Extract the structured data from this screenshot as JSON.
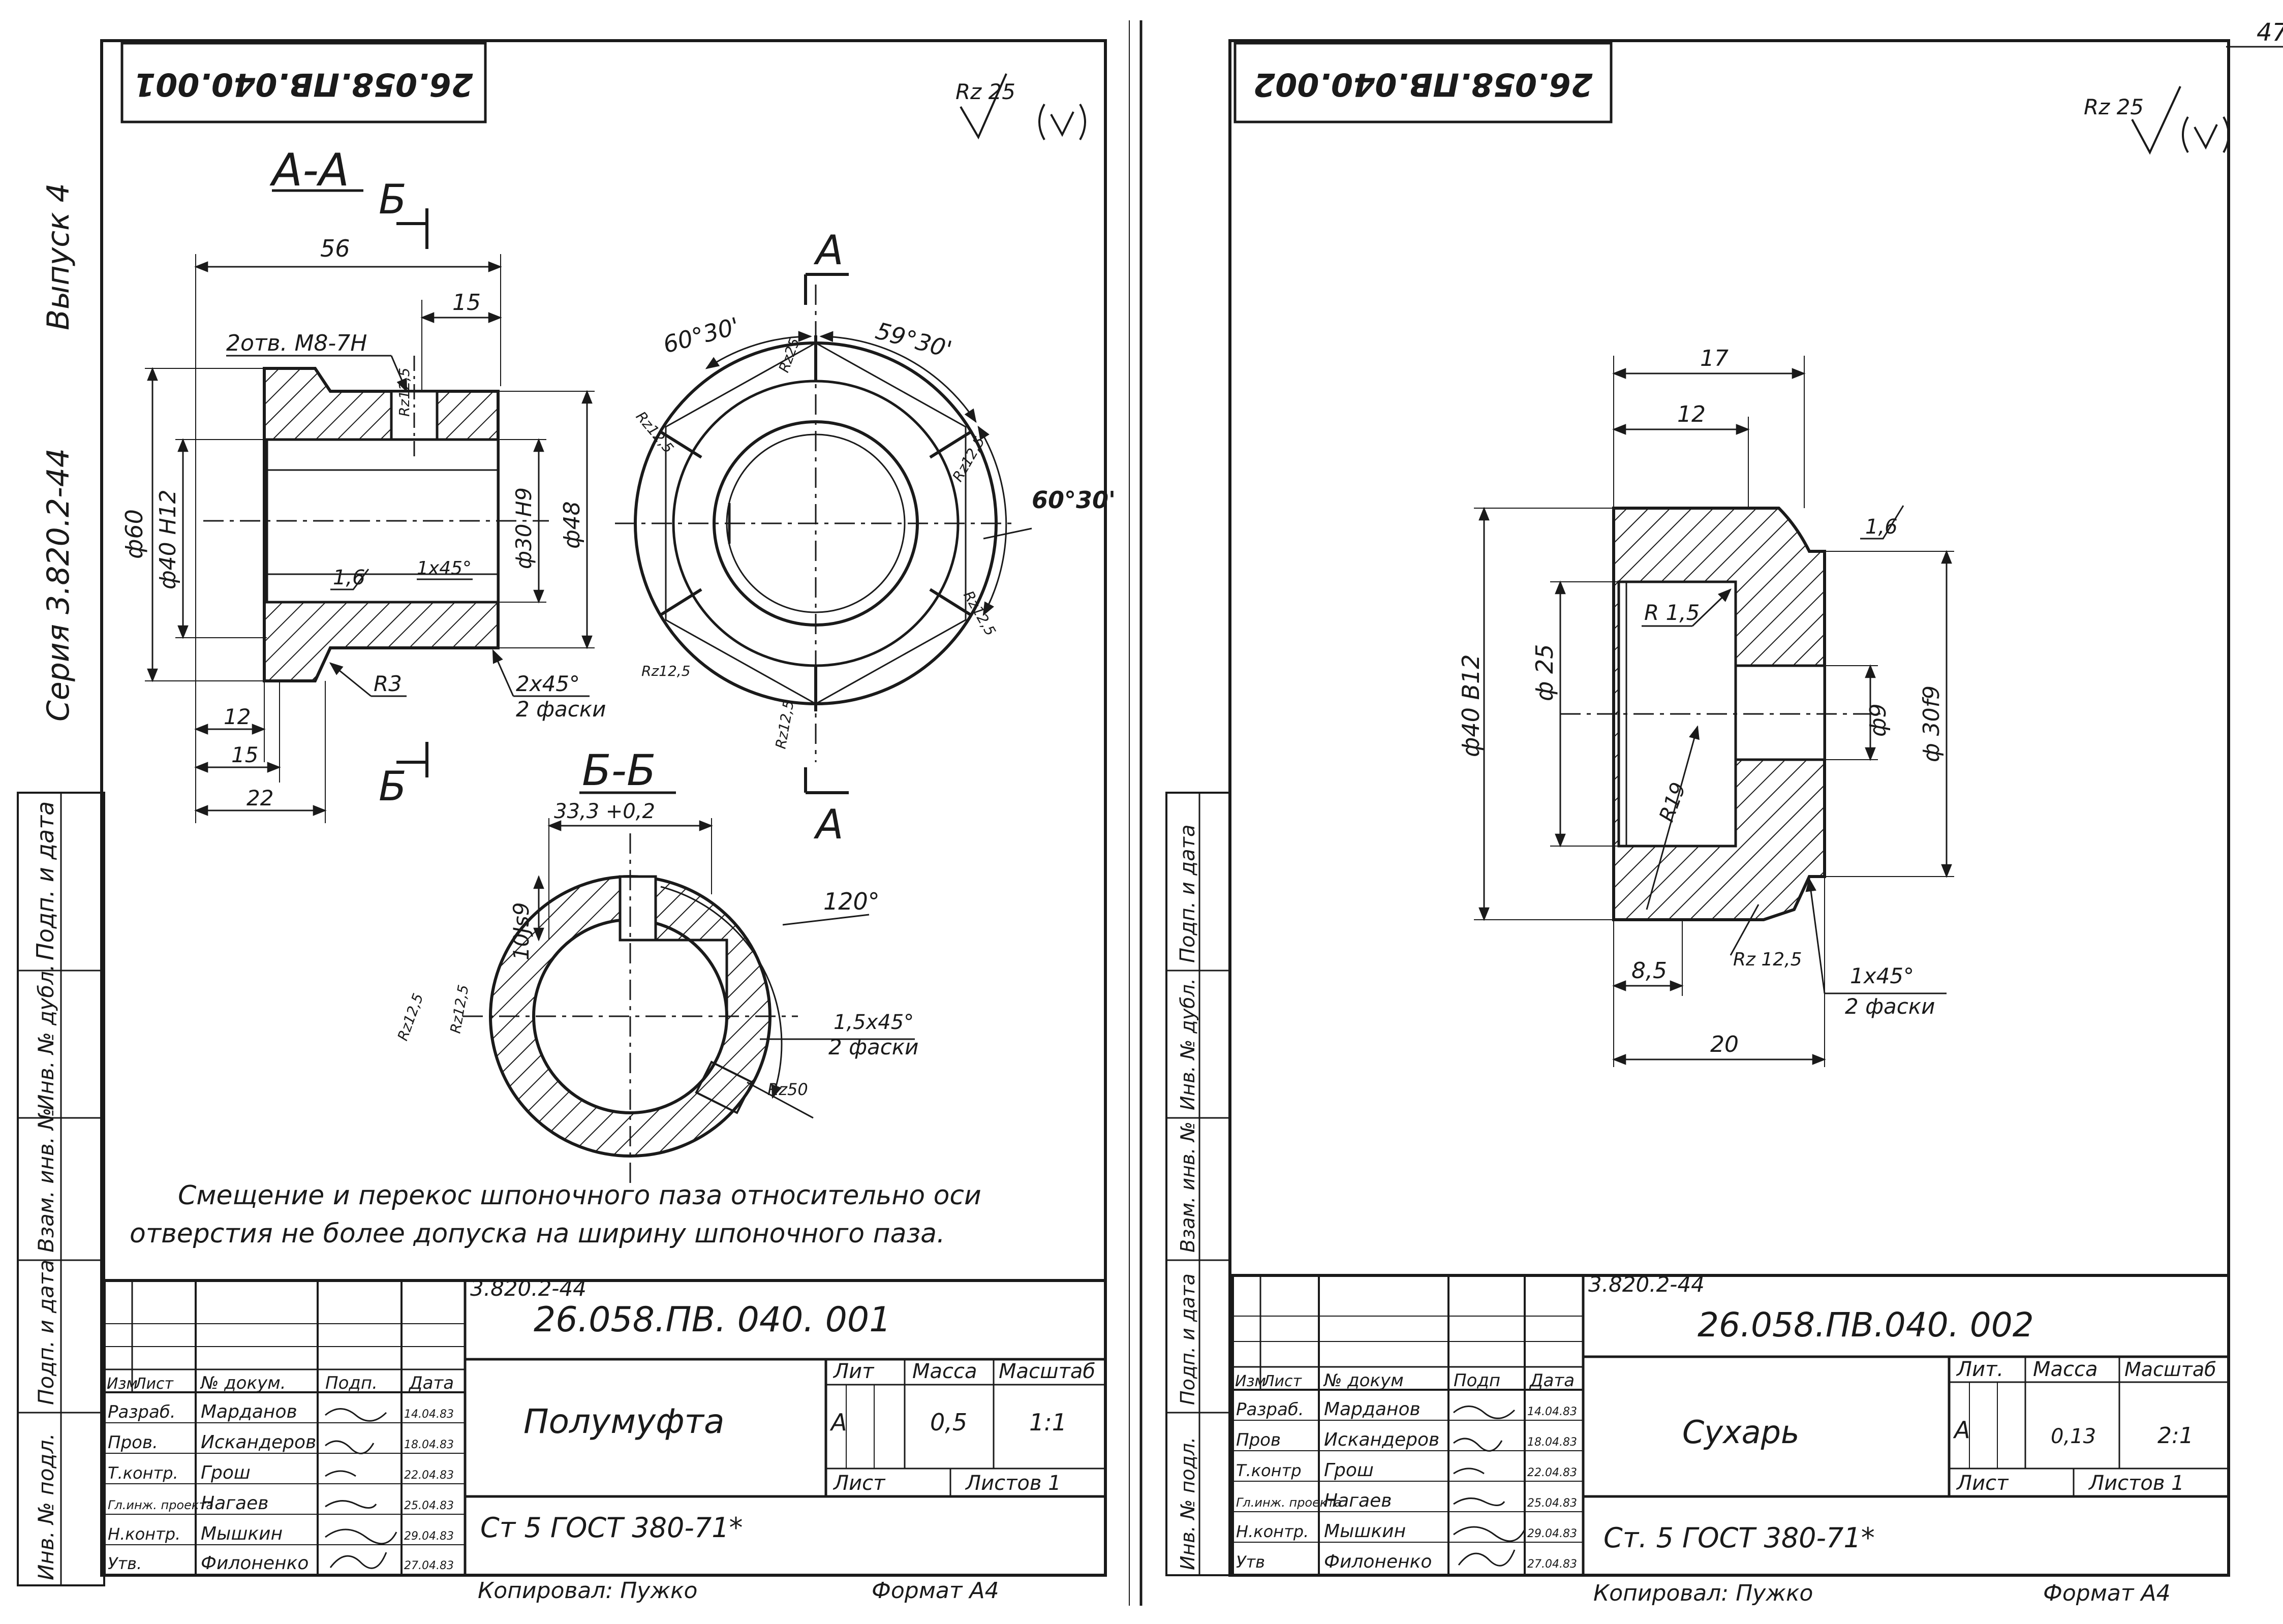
{
  "page": {
    "page_number": "47",
    "side_series": "Серия 3.820.2-44",
    "side_issue": "Выпуск 4",
    "stamp_labels": [
      "Подп. и дата",
      "Инв. № дубл.",
      "Взам. инв. №",
      "Подп. и дата",
      "Инв. № подл."
    ]
  },
  "sheets": [
    {
      "mirror_code": "26.058.ПВ.040.001",
      "roughness_general": "Rz 25",
      "section_AA_title": "А-А",
      "section_BB_title": "Б-Б",
      "cut_A": "А",
      "cut_B": "Б",
      "dimensions": {
        "d60": "ф60",
        "d40": "ф40 H12",
        "d30": "ф30 H9",
        "d48": "ф48",
        "len56": "56",
        "len15top": "15",
        "thread": "2отв. М8-7Н",
        "rz125_hole": "Rz12,5",
        "ra16": "1,6",
        "chamfer1": "1х45°",
        "r3": "R3",
        "chamfer2": "2х45°",
        "chamfer2_note": "2 фаски",
        "len12": "12",
        "len15": "15",
        "len22": "22",
        "ang1": "60°30'",
        "ang2": "59°30'",
        "ang3": "60°30'",
        "rz_ring_1": "Rz25",
        "rz_ring_2": "Rz12,5",
        "rz_ring_3": "Rz12,5",
        "rz_ring_4": "Rz12,5",
        "rz_ring_5": "Rz12,5",
        "rz_ring_6": "Rz12,5",
        "key_33": "33,3 +0,2",
        "key_10": "10Js9",
        "ang120": "120°",
        "chamfer3": "1,5х45°",
        "chamfer3_note": "2 фаски",
        "rz_key_1": "Rz12,5",
        "rz_key_2": "Rz12,5",
        "rz50": "Rz50"
      },
      "note_line1": "Смещение и перекос шпоночного паза относительно оси",
      "note_line2": "отверстия не более допуска на ширину шпоночного паза.",
      "title_block": {
        "series": "3.820.2-44",
        "code": "26.058.ПВ. 040. 001",
        "name": "Полумуфта",
        "material": "Ст 5   ГОСТ  380-71*",
        "lit_label": "Лит",
        "mass_label": "Масса",
        "scale_label": "Масштаб",
        "lit_value": "А",
        "mass_value": "0,5",
        "scale_value": "1:1",
        "sheet_label": "Лист",
        "sheets_label": "Листов  1",
        "col_izm": "Изм",
        "col_list": "Лист",
        "col_doc": "№ докум.",
        "col_sign": "Подп.",
        "col_date": "Дата",
        "people": [
          {
            "role": "Разраб.",
            "name": "Марданов",
            "date": "14.04.83"
          },
          {
            "role": "Пров.",
            "name": "Искандеров",
            "date": "18.04.83"
          },
          {
            "role": "Т.контр.",
            "name": "Грош",
            "date": "22.04.83"
          },
          {
            "role": "Гл.инж. проекта",
            "name": "Нагаев",
            "date": "25.04.83"
          },
          {
            "role": "Н.контр.",
            "name": "Мышкин",
            "date": "29.04.83"
          },
          {
            "role": "Утв.",
            "name": "Филоненко",
            "date": "27.04.83"
          }
        ],
        "copied": "Копировал:  Пужко",
        "format": "Формат  А4"
      }
    },
    {
      "mirror_code": "26.058.ПВ.040.002",
      "roughness_general": "Rz 25",
      "dimensions": {
        "len17": "17",
        "len12": "12",
        "ra16": "1,6",
        "r15": "R 1,5",
        "d40": "ф40 В12",
        "d25": "ф 25",
        "d9": "ф9",
        "d30": "ф 30f9",
        "r19": "R19",
        "len85": "8,5",
        "rz125": "Rz 12,5",
        "chamfer": "1х45°",
        "chamfer_note": "2 фаски",
        "len20": "20"
      },
      "title_block": {
        "series": "3.820.2-44",
        "code": "26.058.ПВ.040. 002",
        "name": "Сухарь",
        "material": "Ст. 5   ГОСТ   380-71*",
        "lit_label": "Лит.",
        "mass_label": "Масса",
        "scale_label": "Масштаб",
        "lit_value": "А",
        "mass_value": "0,13",
        "scale_value": "2:1",
        "sheet_label": "Лист",
        "sheets_label": "Листов  1",
        "col_izm": "Изм",
        "col_list": "Лист",
        "col_doc": "№ докум",
        "col_sign": "Подп",
        "col_date": "Дата",
        "people": [
          {
            "role": "Разраб.",
            "name": "Марданов",
            "date": "14.04.83"
          },
          {
            "role": "Пров",
            "name": "Искандеров",
            "date": "18.04.83"
          },
          {
            "role": "Т.контр",
            "name": "Грош",
            "date": "22.04.83"
          },
          {
            "role": "Гл.инж. проекта",
            "name": "Нагаев",
            "date": "25.04.83"
          },
          {
            "role": "Н.контр.",
            "name": "Мышкин",
            "date": "29.04.83"
          },
          {
            "role": "Утв",
            "name": "Филоненко",
            "date": "27.04.83"
          }
        ],
        "copied": "Копировал:  Пужко",
        "format": "Формат  А4"
      }
    }
  ]
}
